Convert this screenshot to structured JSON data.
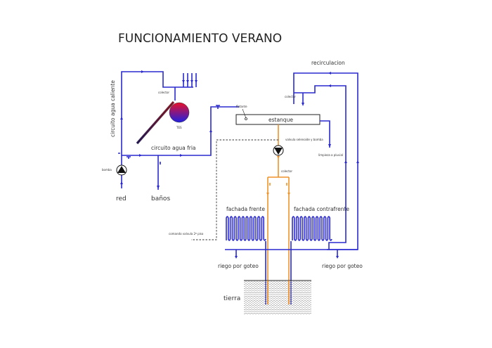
{
  "title": "FUNCIONAMIENTO VERANO",
  "labels": {
    "circuito_agua_caliente": "circuito agua caliente",
    "circuito_agua_fria": "circuito agua fria",
    "colector_solar": "colector",
    "tes": "TES",
    "bomba": "bomba",
    "red": "red",
    "banos": "baños",
    "flotante": "flotante",
    "estanque": "estanque",
    "valvula": "valvula selenoide y bomba",
    "limpieza": "limpieza a pluvial",
    "recirculacion": "recirculacion",
    "colector_recirc": "colector",
    "colector_orange": "colector",
    "fachada_frente": "fachada frente",
    "fachada_contrafrente": "fachada contrafrente",
    "comando": "comando valvula 2º piso",
    "riego_1": "riego por goteo",
    "riego_2": "riego por goteo",
    "tierra": "tierra"
  },
  "colors": {
    "cold_water": "#2a2ad0",
    "geothermal": "#f0922a",
    "tes_hot": "#e8102a",
    "tes_cold": "#2020e0"
  }
}
